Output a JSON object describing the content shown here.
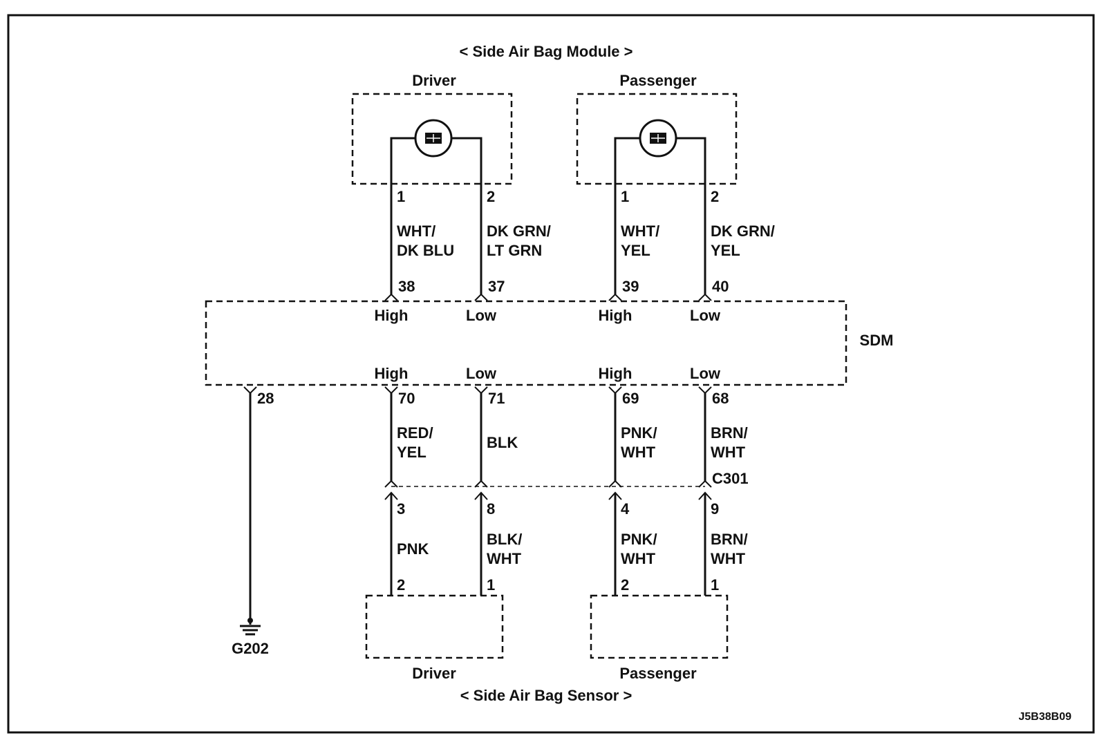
{
  "module": {
    "title": "< Side Air Bag Module >",
    "driver": "Driver",
    "passenger": "Passenger"
  },
  "sensor": {
    "title": "< Side Air Bag Sensor >",
    "driver": "Driver",
    "passenger": "Passenger"
  },
  "sdm": {
    "label": "SDM",
    "top_pins": [
      {
        "num": "38",
        "label": "High"
      },
      {
        "num": "37",
        "label": "Low"
      },
      {
        "num": "39",
        "label": "High"
      },
      {
        "num": "40",
        "label": "Low"
      }
    ],
    "bottom_pins": [
      {
        "num": "70",
        "label": "High"
      },
      {
        "num": "71",
        "label": "Low"
      },
      {
        "num": "69",
        "label": "High"
      },
      {
        "num": "68",
        "label": "Low"
      }
    ],
    "ground_pin": "28"
  },
  "upper_wires": [
    {
      "pin": "1",
      "color1": "WHT/",
      "color2": "DK BLU"
    },
    {
      "pin": "2",
      "color1": "DK GRN/",
      "color2": "LT GRN"
    },
    {
      "pin": "1",
      "color1": "WHT/",
      "color2": "YEL"
    },
    {
      "pin": "2",
      "color1": "DK GRN/",
      "color2": "YEL"
    }
  ],
  "middle_wires": [
    {
      "color1": "RED/",
      "color2": "YEL"
    },
    {
      "color1": "BLK",
      "color2": ""
    },
    {
      "color1": "PNK/",
      "color2": "WHT"
    },
    {
      "color1": "BRN/",
      "color2": "WHT"
    }
  ],
  "connector": {
    "label": "C301",
    "pins": [
      "3",
      "8",
      "4",
      "9"
    ]
  },
  "lower_wires": [
    {
      "color1": "PNK",
      "color2": "",
      "sensor_pin": "2"
    },
    {
      "color1": "BLK/",
      "color2": "WHT",
      "sensor_pin": "1"
    },
    {
      "color1": "PNK/",
      "color2": "WHT",
      "sensor_pin": "2"
    },
    {
      "color1": "BRN/",
      "color2": "WHT",
      "sensor_pin": "1"
    }
  ],
  "ground": {
    "label": "G202"
  },
  "diagram_code": "J5B38B09"
}
